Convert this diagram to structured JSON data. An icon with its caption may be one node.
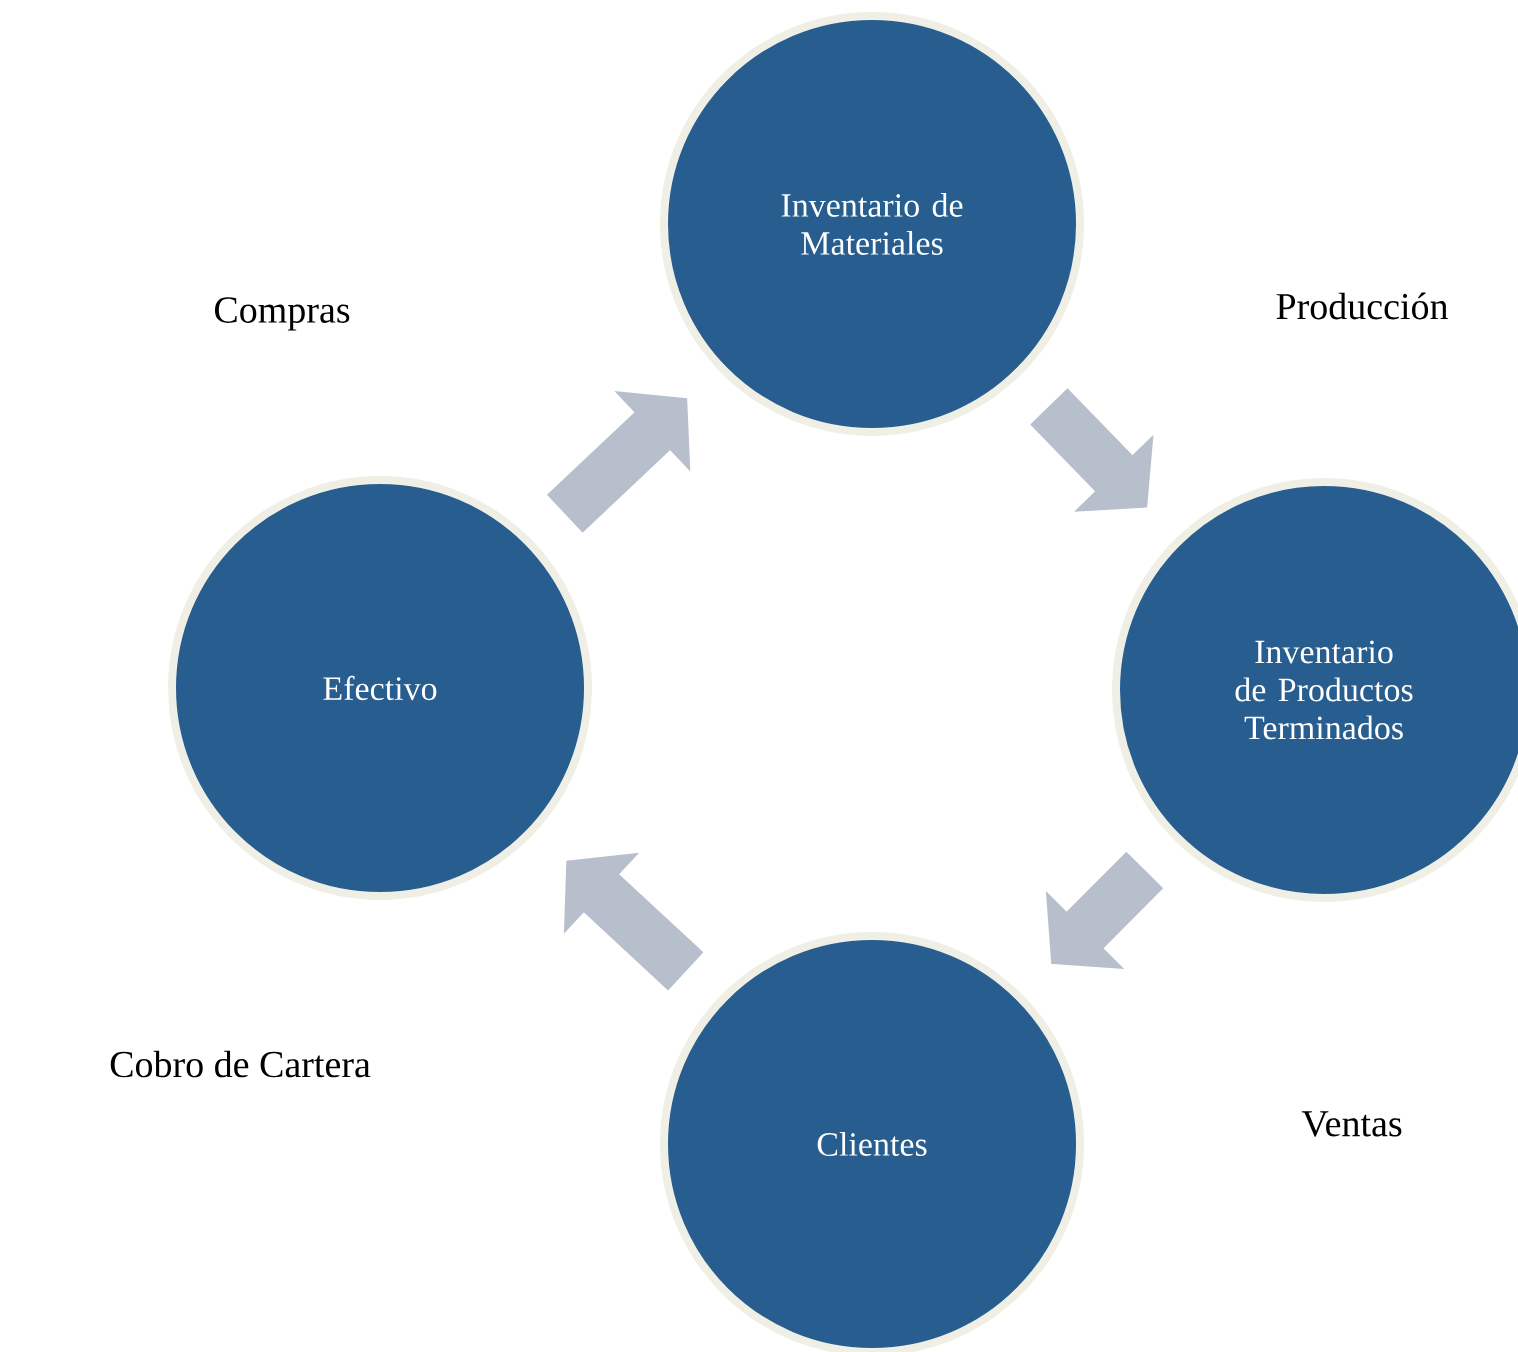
{
  "diagram": {
    "nodes": [
      {
        "text": [
          "Inventario de Materiales"
        ]
      },
      {
        "text": [
          "Inventario de Productos Terminados"
        ]
      },
      {
        "text": [
          "Clientes"
        ]
      },
      {
        "text": [
          "Efectivo"
        ]
      }
    ],
    "edges": [
      {
        "from": 0,
        "to": 1,
        "arrow": "to"
      },
      {
        "from": 1,
        "to": 2,
        "arrow": "to"
      },
      {
        "from": 2,
        "to": 3,
        "arrow": "to"
      },
      {
        "from": 3,
        "to": 0,
        "arrow": "to"
      }
    ],
    "labels": [
      "Compras",
      "Producción",
      "Cobro de Cartera",
      "Ventas"
    ]
  }
}
